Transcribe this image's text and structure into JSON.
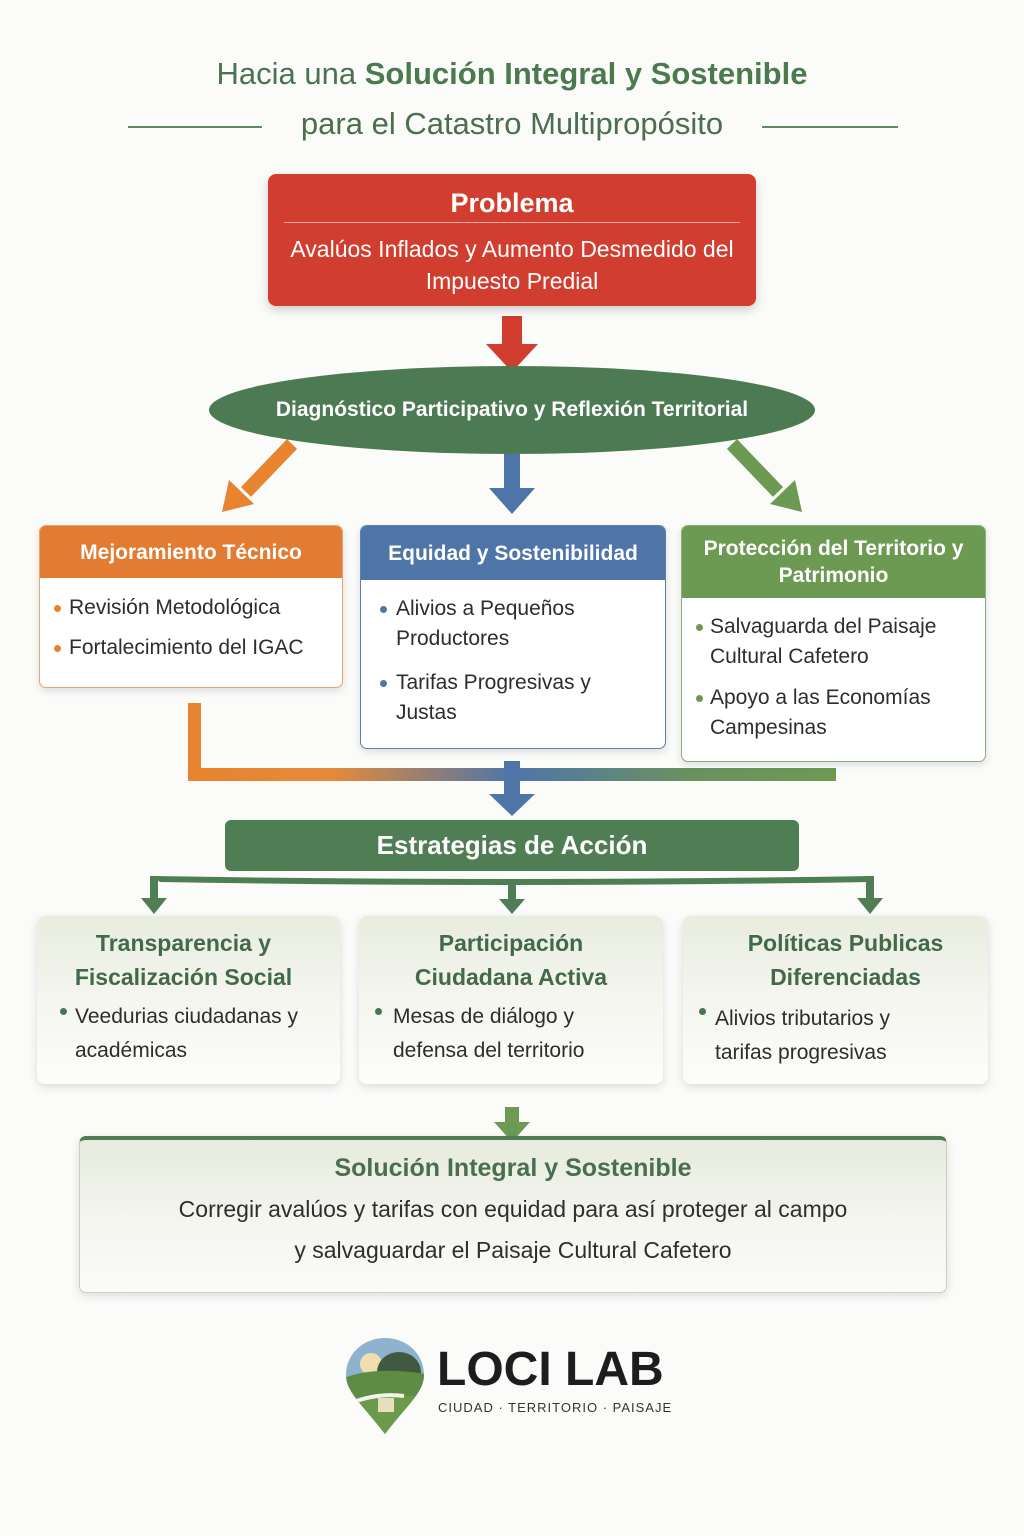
{
  "title": {
    "line1_prefix": "Hacia una",
    "line1_emphasis": "Solución Integral y Sostenible",
    "line2": "para el Catastro Multipropósito"
  },
  "problem": {
    "heading": "Problema",
    "description": "Avalúos Inflados y Aumento Desmedido del Impuesto Predial",
    "color": "#d13d2f"
  },
  "diagnosis": {
    "label": "Diagnóstico Participativo y Reflexión Territorial",
    "color": "#4c7a52"
  },
  "categories": [
    {
      "title": "Mejoramiento Técnico",
      "color": "#e37c33",
      "items": [
        "Revisión Metodológica",
        "Fortalecimiento del IGAC"
      ]
    },
    {
      "title": "Equidad y Sostenibilidad",
      "color": "#4f75a8",
      "items": [
        "Alivios a Pequeños Productores",
        "Tarifas Progresivas y Justas"
      ]
    },
    {
      "title": "Protección del Territorio y Patrimonio",
      "color": "#6d9a53",
      "items": [
        "Salvaguarda del Paisaje Cultural Cafetero",
        "Apoyo a las Economías Campesinas"
      ]
    }
  ],
  "strategies": {
    "heading": "Estrategias de Acción",
    "color": "#4f7d54",
    "items": [
      {
        "title": "Transparencia y Fiscalización Social",
        "bullet": "Veedurias ciudadanas y académicas"
      },
      {
        "title": "Participación Ciudadana Activa",
        "bullet": "Mesas de diálogo y defensa del territorio"
      },
      {
        "title": "Políticas Publicas Diferenciadas",
        "bullet": "Alivios tributarios y tarifas progresivas"
      }
    ]
  },
  "solution": {
    "heading": "Solución Integral y Sostenible",
    "text_line1": "Corregir avalúos y tarifas con equidad para así proteger al campo",
    "text_line2": "y salvaguardar el Paisaje Cultural Cafetero"
  },
  "logo": {
    "name": "LOCI LAB",
    "tagline": "CIUDAD · TERRITORIO · PAISAJE",
    "icon": "map-pin-landscape-icon"
  }
}
